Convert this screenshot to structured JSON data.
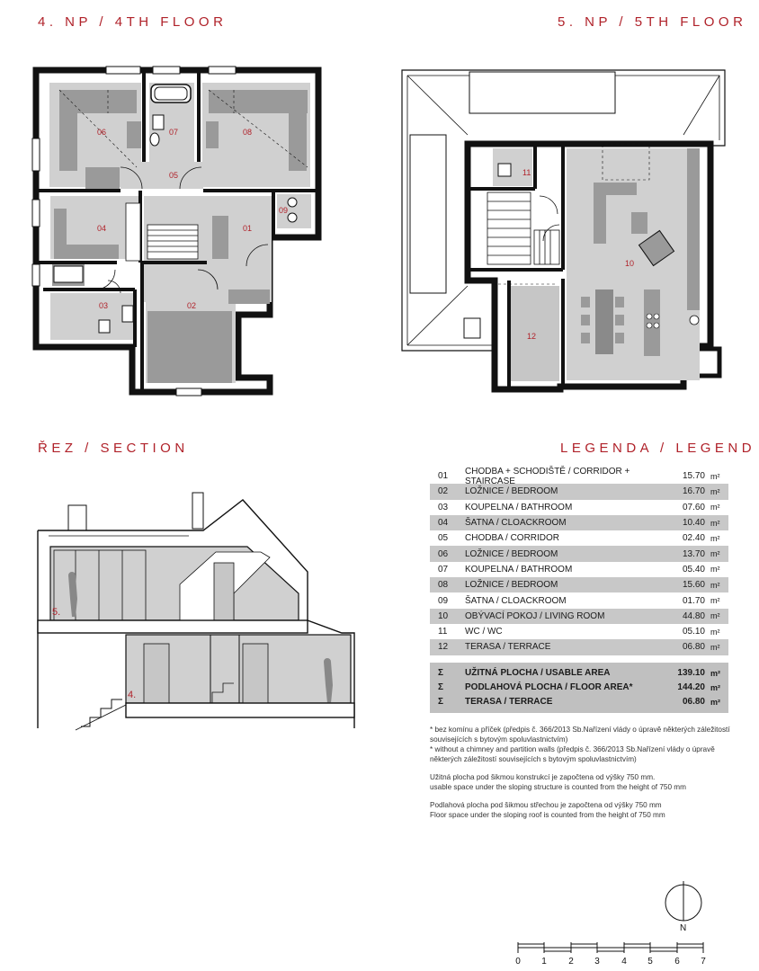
{
  "headings": {
    "floor4": "4. NP / 4TH FLOOR",
    "floor5": "5. NP / 5TH FLOOR",
    "section": "ŘEZ / SECTION",
    "legend": "LEGENDA / LEGEND"
  },
  "floor4_rooms": [
    "06",
    "07",
    "08",
    "05",
    "09",
    "04",
    "01",
    "03",
    "02"
  ],
  "floor5_rooms": [
    "11",
    "10",
    "12"
  ],
  "section_levels": [
    "5.",
    "4."
  ],
  "legend": [
    {
      "num": "01",
      "name": "CHODBA + SCHODIŠTĚ / CORRIDOR + STAIRCASE",
      "area": "15.70",
      "unit": "m²"
    },
    {
      "num": "02",
      "name": "LOŽNICE / BEDROOM",
      "area": "16.70",
      "unit": "m²"
    },
    {
      "num": "03",
      "name": "KOUPELNA / BATHROOM",
      "area": "07.60",
      "unit": "m²"
    },
    {
      "num": "04",
      "name": "ŠATNA / CLOACKROOM",
      "area": "10.40",
      "unit": "m²"
    },
    {
      "num": "05",
      "name": "CHODBA / CORRIDOR",
      "area": "02.40",
      "unit": "m²"
    },
    {
      "num": "06",
      "name": "LOŽNICE / BEDROOM",
      "area": "13.70",
      "unit": "m²"
    },
    {
      "num": "07",
      "name": "KOUPELNA / BATHROOM",
      "area": "05.40",
      "unit": "m²"
    },
    {
      "num": "08",
      "name": "LOŽNICE / BEDROOM",
      "area": "15.60",
      "unit": "m²"
    },
    {
      "num": "09",
      "name": "ŠATNA / CLOACKROOM",
      "area": "01.70",
      "unit": "m²"
    },
    {
      "num": "10",
      "name": "OBÝVACÍ POKOJ / LIVING ROOM",
      "area": "44.80",
      "unit": "m²"
    },
    {
      "num": "11",
      "name": "WC / WC",
      "area": "05.10",
      "unit": "m²"
    },
    {
      "num": "12",
      "name": "TERASA / TERRACE",
      "area": "06.80",
      "unit": "m²"
    }
  ],
  "totals": [
    {
      "sig": "Σ",
      "name": "UŽITNÁ PLOCHA / USABLE AREA",
      "area": "139.10",
      "unit": "m²"
    },
    {
      "sig": "Σ",
      "name": "PODLAHOVÁ PLOCHA / FLOOR AREA*",
      "area": "144.20",
      "unit": "m²"
    },
    {
      "sig": "Σ",
      "name": "TERASA / TERRACE",
      "area": "06.80",
      "unit": "m²"
    }
  ],
  "notes": {
    "n1_cz": "* bez komínu a příček (předpis č. 366/2013 Sb.Nařízení vlády o úpravě některých záležitostí souvisejících s bytovým spoluvlastnictvím)",
    "n1_en": "* without a chimney and partition walls (předpis č. 366/2013 Sb.Nařízení vlády o úpravě některých záležitostí souvisejících s bytovým spoluvlastnictvím)",
    "n2_cz": "Užitná plocha pod šikmou konstrukcí je započtena od výšky 750 mm.",
    "n2_en": "usable space under the sloping structure is counted from the height of 750 mm",
    "n3_cz": "Podlahová plocha pod šikmou střechou je započtena od výšky 750 mm",
    "n3_en": "Floor space under the sloping roof is counted from the height of 750 mm"
  },
  "north": "N",
  "scale_ticks": [
    "0",
    "1",
    "2",
    "3",
    "4",
    "5",
    "6",
    "7"
  ],
  "colors": {
    "accent": "#b0222a",
    "room_fill": "#d0d0d0",
    "furniture": "#9a9a9a",
    "wall": "#111111"
  }
}
